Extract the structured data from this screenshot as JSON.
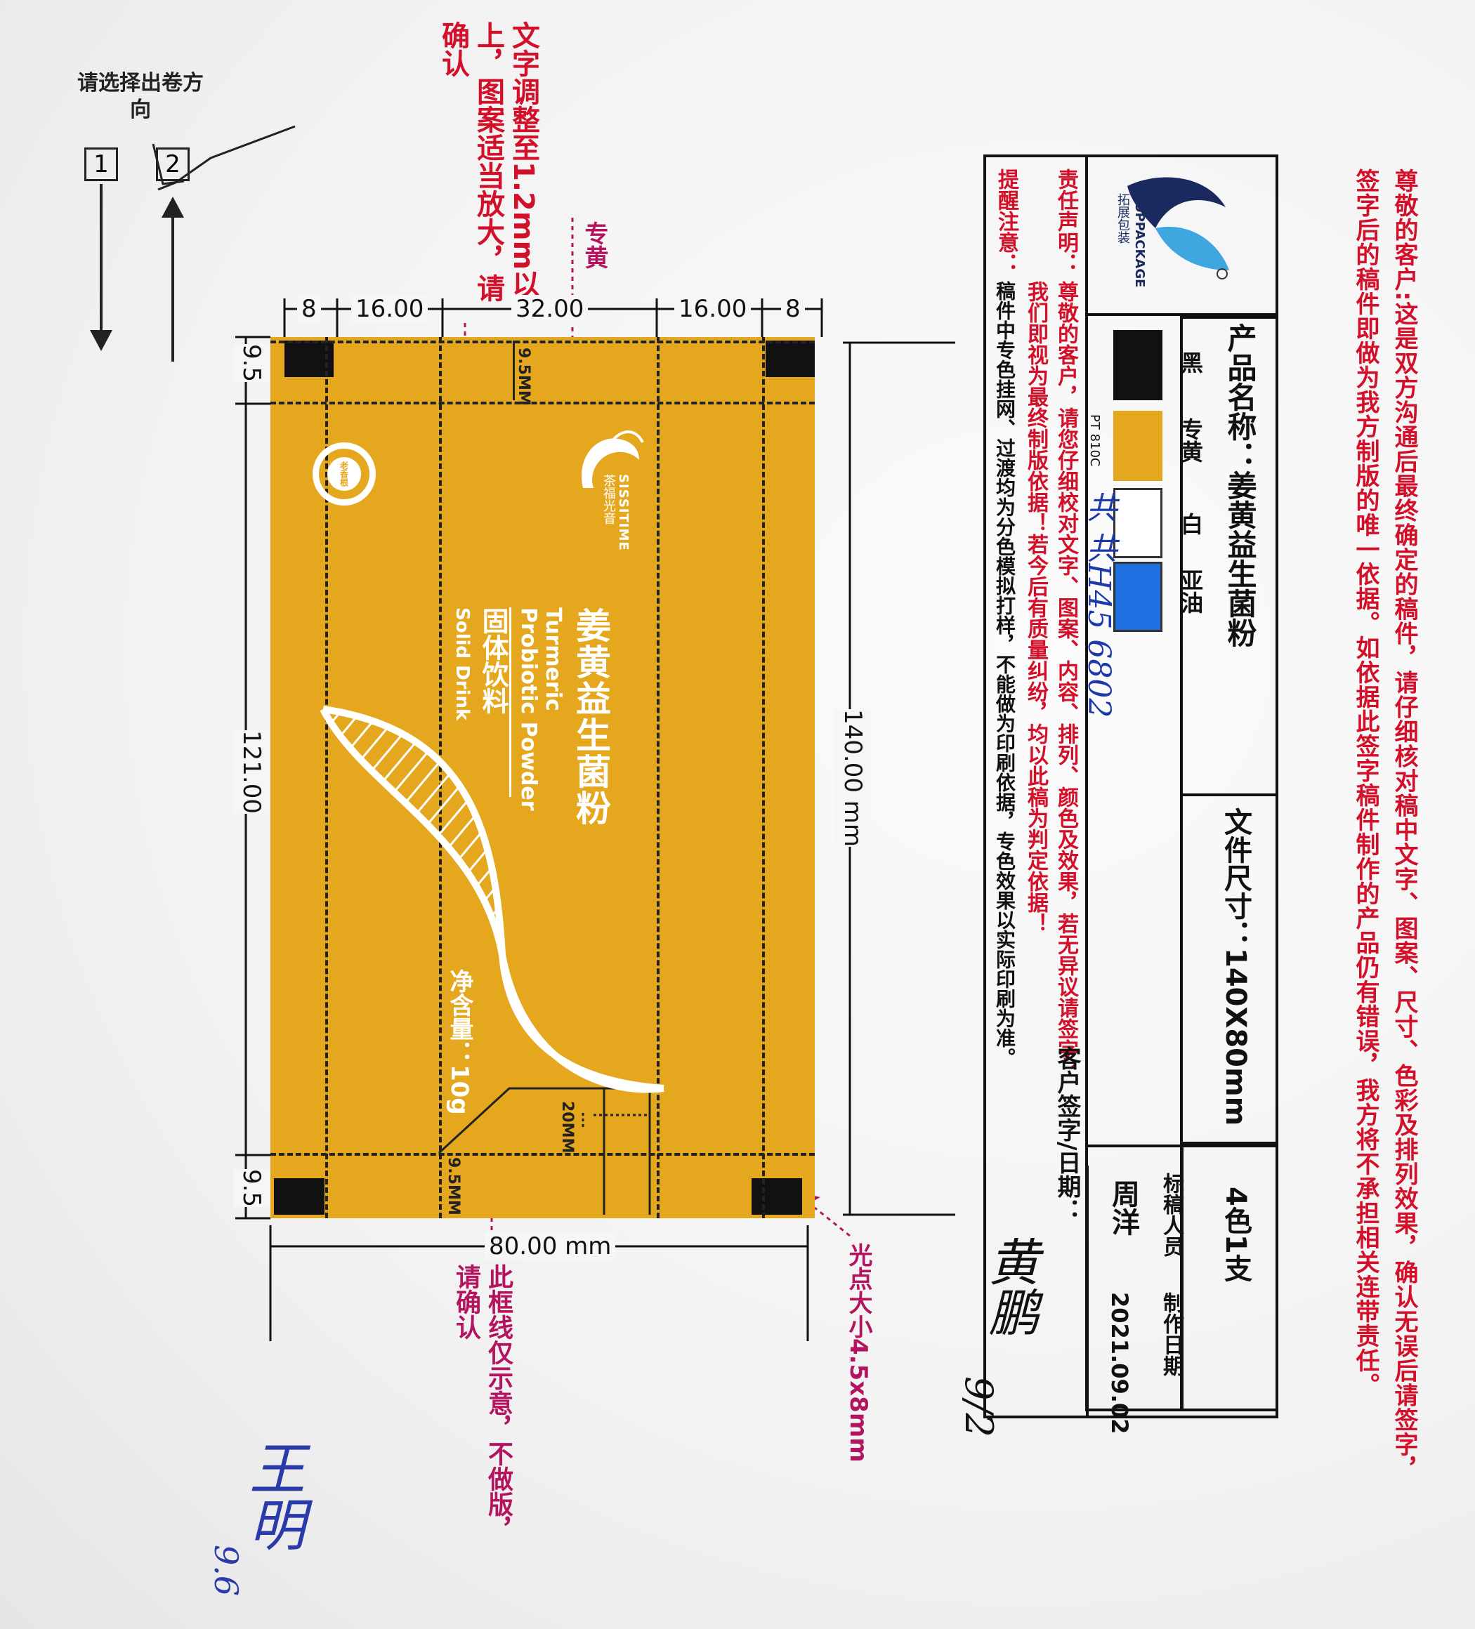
{
  "roll_direction": {
    "prompt": "请选择出卷方向",
    "option_1": "1",
    "option_2": "2"
  },
  "notes": {
    "text_adjust": "文字调整至1.2mm以上，图案适当放大，请确认",
    "spot_yellow_label": "专黄",
    "frame_note": "此框线仅示意，不做版，请确认",
    "light_spot_note": "光点大小4.5x8mm"
  },
  "dimensions": {
    "top_8_left": "8",
    "top_16_left": "16.00",
    "top_32": "32.00",
    "top_16_right": "16.00",
    "top_8_right": "8",
    "left_9_5_top": "9.5",
    "left_121": "121.00",
    "left_9_5_bottom": "9.5",
    "right_140": "140.00 mm",
    "bottom_80": "80.00 mm",
    "inner_9_5_top": "9.5MM",
    "inner_20": "20MM",
    "inner_9_5_bottom": "9.5MM"
  },
  "package": {
    "brand_en": "SISSITIME",
    "brand_cn": "茶福光音",
    "seal": "老香根",
    "title_cn": "姜黄益生菌粉",
    "title_en_1": "Turmeric",
    "title_en_2": "Probiotic Powder",
    "subtitle_cn": "固体饮料",
    "subtitle_en": "Solid Drink",
    "net_content": "净含量：10g",
    "color_hex": "#e5a71e"
  },
  "header": {
    "line_1": "尊敬的客户:这是双方沟通后最终确定的稿件，请仔细核对稿中文字、图案、尺寸、色彩及排列效果，确认无误后请签字，",
    "line_2": "签字后的稿件即做为我方制版的唯一依据。如依据此签字稿件制作的产品仍有错误，我方将不承担相关连带责任。"
  },
  "form": {
    "logo_en": "TOPPACKAGE",
    "logo_cn": "拓展包装",
    "product_label": "产品名称：姜黄益生菌粉",
    "colors": [
      {
        "name": "黑",
        "hex": "#111111"
      },
      {
        "name": "专黄",
        "hex": "#e5a71e"
      },
      {
        "name": "白",
        "hex": "#ffffff"
      },
      {
        "name": "亚油",
        "hex": "#1e6fe0"
      }
    ],
    "pantone": "PT 810C",
    "handwritten_code": "共 共H45 6802",
    "size_label": "文件尺寸：140X80mm",
    "color_count": "4色1支",
    "staff_label": "标稿人员",
    "date_label": "制作日期",
    "staff_name": "周洋",
    "date": "2021.09.02",
    "disclaimer_label": "责任声明：",
    "disclaimer_1": "尊敬的客户，请您仔细校对文字、图案、内容、排列、颜色及效果，若无异议请签字，",
    "disclaimer_2": "我们即视为最终制版依据！若今后有质量纠纷，均以此稿为判定依据！",
    "customer_sign": "客户签字/日期：",
    "reminder_label": "提醒注意：",
    "reminder": "稿件中专色挂网、过渡均为分色模拟打样，不能做为印刷依据，专色效果以实际印刷为准。",
    "signature": "黄鹏",
    "signature_date": "9/2"
  },
  "bottom_signature": {
    "name": "王明",
    "date": "9.6"
  }
}
